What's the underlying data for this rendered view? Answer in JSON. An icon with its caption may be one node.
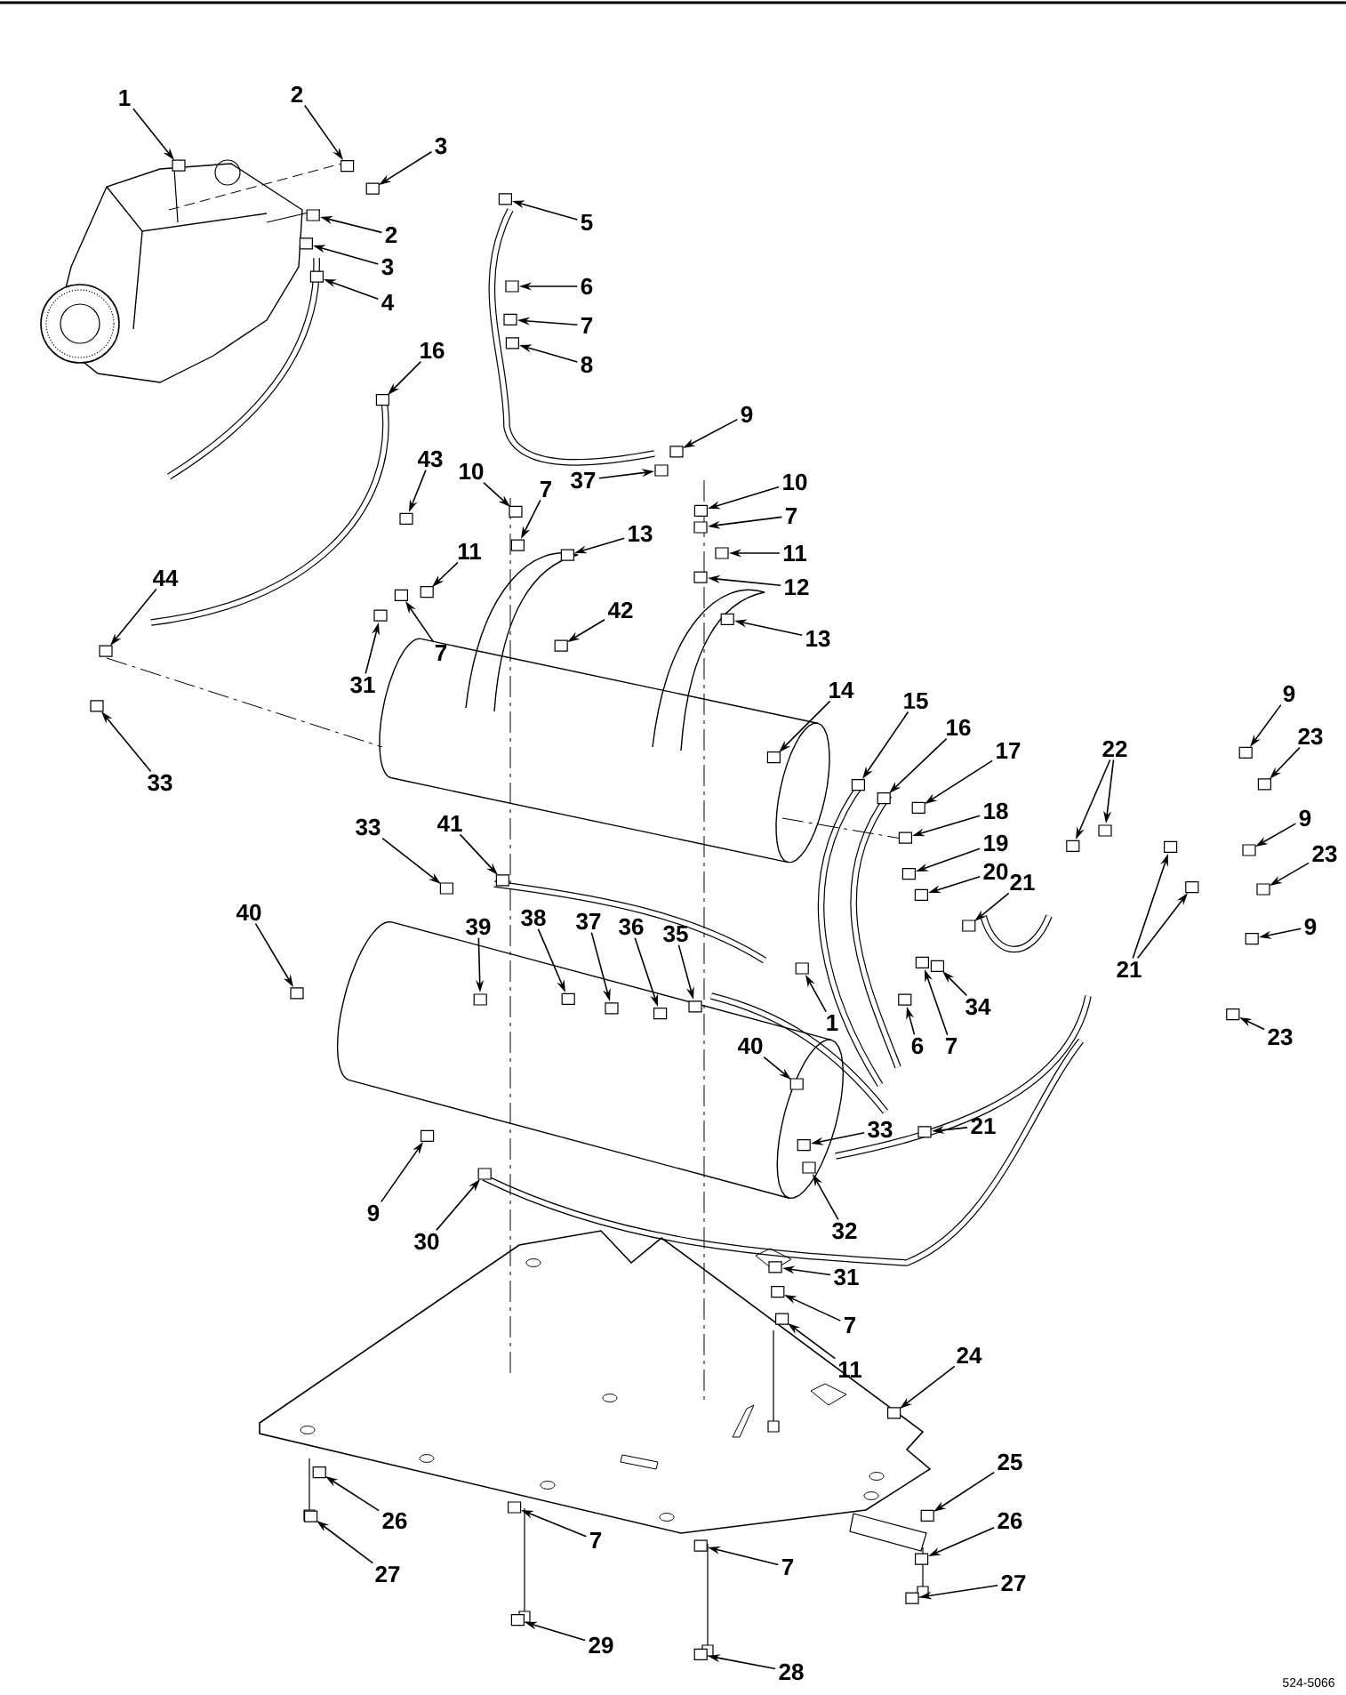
{
  "diagram": {
    "nodes": [
      {
        "text": [
          "1"
        ]
      },
      {
        "text": [
          "2"
        ]
      },
      {
        "text": [
          "3"
        ]
      },
      {
        "text": [
          "2"
        ]
      },
      {
        "text": [
          "3"
        ]
      },
      {
        "text": [
          "4"
        ]
      },
      {
        "text": [
          "5"
        ]
      },
      {
        "text": [
          "6"
        ]
      },
      {
        "text": [
          "7"
        ]
      },
      {
        "text": [
          "8"
        ]
      },
      {
        "text": [
          "9"
        ]
      },
      {
        "text": [
          "16"
        ]
      },
      {
        "text": [
          "43"
        ]
      },
      {
        "text": [
          "10"
        ]
      },
      {
        "text": [
          "7"
        ]
      },
      {
        "text": [
          "37"
        ]
      },
      {
        "text": [
          "10"
        ]
      },
      {
        "text": [
          "7"
        ]
      },
      {
        "text": [
          "11"
        ]
      },
      {
        "text": [
          "12"
        ]
      },
      {
        "text": [
          "13"
        ]
      },
      {
        "text": [
          "11"
        ]
      },
      {
        "text": [
          "42"
        ]
      },
      {
        "text": [
          "13"
        ]
      },
      {
        "text": [
          "44"
        ]
      },
      {
        "text": [
          "31"
        ]
      },
      {
        "text": [
          "7"
        ]
      },
      {
        "text": [
          "33"
        ]
      },
      {
        "text": [
          "14"
        ]
      },
      {
        "text": [
          "15"
        ]
      },
      {
        "text": [
          "16"
        ]
      },
      {
        "text": [
          "17"
        ]
      },
      {
        "text": [
          "22"
        ]
      },
      {
        "text": [
          "9"
        ]
      },
      {
        "text": [
          "23"
        ]
      },
      {
        "text": [
          "18"
        ]
      },
      {
        "text": [
          "19"
        ]
      },
      {
        "text": [
          "20"
        ]
      },
      {
        "text": [
          "21"
        ]
      },
      {
        "text": [
          "9"
        ]
      },
      {
        "text": [
          "23"
        ]
      },
      {
        "text": [
          "33"
        ]
      },
      {
        "text": [
          "41"
        ]
      },
      {
        "text": [
          "9"
        ]
      },
      {
        "text": [
          "21"
        ]
      },
      {
        "text": [
          "40"
        ]
      },
      {
        "text": [
          "39"
        ]
      },
      {
        "text": [
          "38"
        ]
      },
      {
        "text": [
          "37"
        ]
      },
      {
        "text": [
          "36"
        ]
      },
      {
        "text": [
          "35"
        ]
      },
      {
        "text": [
          "34"
        ]
      },
      {
        "text": [
          "1"
        ]
      },
      {
        "text": [
          "23"
        ]
      },
      {
        "text": [
          "6"
        ]
      },
      {
        "text": [
          "7"
        ]
      },
      {
        "text": [
          "40"
        ]
      },
      {
        "text": [
          "21"
        ]
      },
      {
        "text": [
          "33"
        ]
      },
      {
        "text": [
          "9"
        ]
      },
      {
        "text": [
          "32"
        ]
      },
      {
        "text": [
          "30"
        ]
      },
      {
        "text": [
          "31"
        ]
      },
      {
        "text": [
          "7"
        ]
      },
      {
        "text": [
          "11"
        ]
      },
      {
        "text": [
          "24"
        ]
      },
      {
        "text": [
          "25"
        ]
      },
      {
        "text": [
          "26"
        ]
      },
      {
        "text": [
          "26"
        ]
      },
      {
        "text": [
          "27"
        ]
      },
      {
        "text": [
          "7"
        ]
      },
      {
        "text": [
          "27"
        ]
      },
      {
        "text": [
          "29"
        ]
      },
      {
        "text": [
          "7"
        ]
      },
      {
        "text": [
          "28"
        ]
      }
    ],
    "edges": [
      {
        "from": 0,
        "to": null,
        "arrow": "to"
      },
      {
        "from": 1,
        "to": null,
        "arrow": "to"
      },
      {
        "from": 2,
        "to": null,
        "arrow": "to"
      },
      {
        "from": 3,
        "to": null,
        "arrow": "to"
      },
      {
        "from": 4,
        "to": null,
        "arrow": "to"
      },
      {
        "from": 5,
        "to": null,
        "arrow": "to"
      },
      {
        "from": 6,
        "to": null,
        "arrow": "to"
      },
      {
        "from": 7,
        "to": null,
        "arrow": "to"
      },
      {
        "from": 8,
        "to": null,
        "arrow": "to"
      },
      {
        "from": 9,
        "to": null,
        "arrow": "to"
      },
      {
        "from": 10,
        "to": null,
        "arrow": "to"
      },
      {
        "from": 11,
        "to": null,
        "arrow": "to"
      },
      {
        "from": 12,
        "to": null,
        "arrow": "to"
      },
      {
        "from": 13,
        "to": null,
        "arrow": "to"
      },
      {
        "from": 14,
        "to": null,
        "arrow": "to"
      },
      {
        "from": 15,
        "to": null,
        "arrow": "to"
      },
      {
        "from": 16,
        "to": null,
        "arrow": "to"
      },
      {
        "from": 17,
        "to": null,
        "arrow": "to"
      },
      {
        "from": 18,
        "to": null,
        "arrow": "to"
      },
      {
        "from": 19,
        "to": null,
        "arrow": "to"
      },
      {
        "from": 20,
        "to": null,
        "arrow": "to"
      },
      {
        "from": 21,
        "to": null,
        "arrow": "to"
      },
      {
        "from": 22,
        "to": null,
        "arrow": "to"
      },
      {
        "from": 23,
        "to": null,
        "arrow": "to"
      },
      {
        "from": 24,
        "to": null,
        "arrow": "to"
      },
      {
        "from": 25,
        "to": null,
        "arrow": "to"
      },
      {
        "from": 26,
        "to": null,
        "arrow": "to"
      },
      {
        "from": 27,
        "to": null,
        "arrow": "to"
      },
      {
        "from": 28,
        "to": null,
        "arrow": "to"
      },
      {
        "from": 29,
        "to": null,
        "arrow": "to"
      },
      {
        "from": 30,
        "to": null,
        "arrow": "to"
      },
      {
        "from": 31,
        "to": null,
        "arrow": "to"
      },
      {
        "from": 32,
        "to": null,
        "arrow": "to"
      },
      {
        "from": 32,
        "to": null,
        "arrow": "to"
      },
      {
        "from": 33,
        "to": null,
        "arrow": "to"
      },
      {
        "from": 34,
        "to": null,
        "arrow": "to"
      },
      {
        "from": 35,
        "to": null,
        "arrow": "to"
      },
      {
        "from": 36,
        "to": null,
        "arrow": "to"
      },
      {
        "from": 37,
        "to": null,
        "arrow": "to"
      },
      {
        "from": 38,
        "to": null,
        "arrow": "to"
      },
      {
        "from": 39,
        "to": null,
        "arrow": "to"
      },
      {
        "from": 40,
        "to": null,
        "arrow": "to"
      },
      {
        "from": 41,
        "to": null,
        "arrow": "to"
      },
      {
        "from": 42,
        "to": null,
        "arrow": "to"
      },
      {
        "from": 43,
        "to": null,
        "arrow": "to"
      },
      {
        "from": 44,
        "to": null,
        "arrow": "to"
      },
      {
        "from": 44,
        "to": null,
        "arrow": "to"
      },
      {
        "from": 45,
        "to": null,
        "arrow": "to"
      },
      {
        "from": 46,
        "to": null,
        "arrow": "to"
      },
      {
        "from": 47,
        "to": null,
        "arrow": "to"
      },
      {
        "from": 48,
        "to": null,
        "arrow": "to"
      },
      {
        "from": 49,
        "to": null,
        "arrow": "to"
      },
      {
        "from": 50,
        "to": null,
        "arrow": "to"
      },
      {
        "from": 51,
        "to": null,
        "arrow": "to"
      },
      {
        "from": 52,
        "to": null,
        "arrow": "to"
      },
      {
        "from": 53,
        "to": null,
        "arrow": "to"
      },
      {
        "from": 54,
        "to": null,
        "arrow": "to"
      },
      {
        "from": 55,
        "to": null,
        "arrow": "to"
      },
      {
        "from": 56,
        "to": null,
        "arrow": "to"
      },
      {
        "from": 57,
        "to": null,
        "arrow": "to"
      },
      {
        "from": 58,
        "to": null,
        "arrow": "to"
      },
      {
        "from": 59,
        "to": null,
        "arrow": "to"
      },
      {
        "from": 60,
        "to": null,
        "arrow": "to"
      },
      {
        "from": 61,
        "to": null,
        "arrow": "to"
      },
      {
        "from": 62,
        "to": null,
        "arrow": "to"
      },
      {
        "from": 63,
        "to": null,
        "arrow": "to"
      },
      {
        "from": 64,
        "to": null,
        "arrow": "to"
      },
      {
        "from": 65,
        "to": null,
        "arrow": "to"
      },
      {
        "from": 66,
        "to": null,
        "arrow": "to"
      },
      {
        "from": 67,
        "to": null,
        "arrow": "to"
      },
      {
        "from": 68,
        "to": null,
        "arrow": "to"
      },
      {
        "from": 69,
        "to": null,
        "arrow": "to"
      },
      {
        "from": 70,
        "to": null,
        "arrow": "to"
      },
      {
        "from": 71,
        "to": null,
        "arrow": "to"
      },
      {
        "from": 72,
        "to": null,
        "arrow": "to"
      },
      {
        "from": 73,
        "to": null,
        "arrow": "to"
      },
      {
        "from": 74,
        "to": null,
        "arrow": "to"
      }
    ],
    "labels": [
      "524-5066"
    ]
  }
}
